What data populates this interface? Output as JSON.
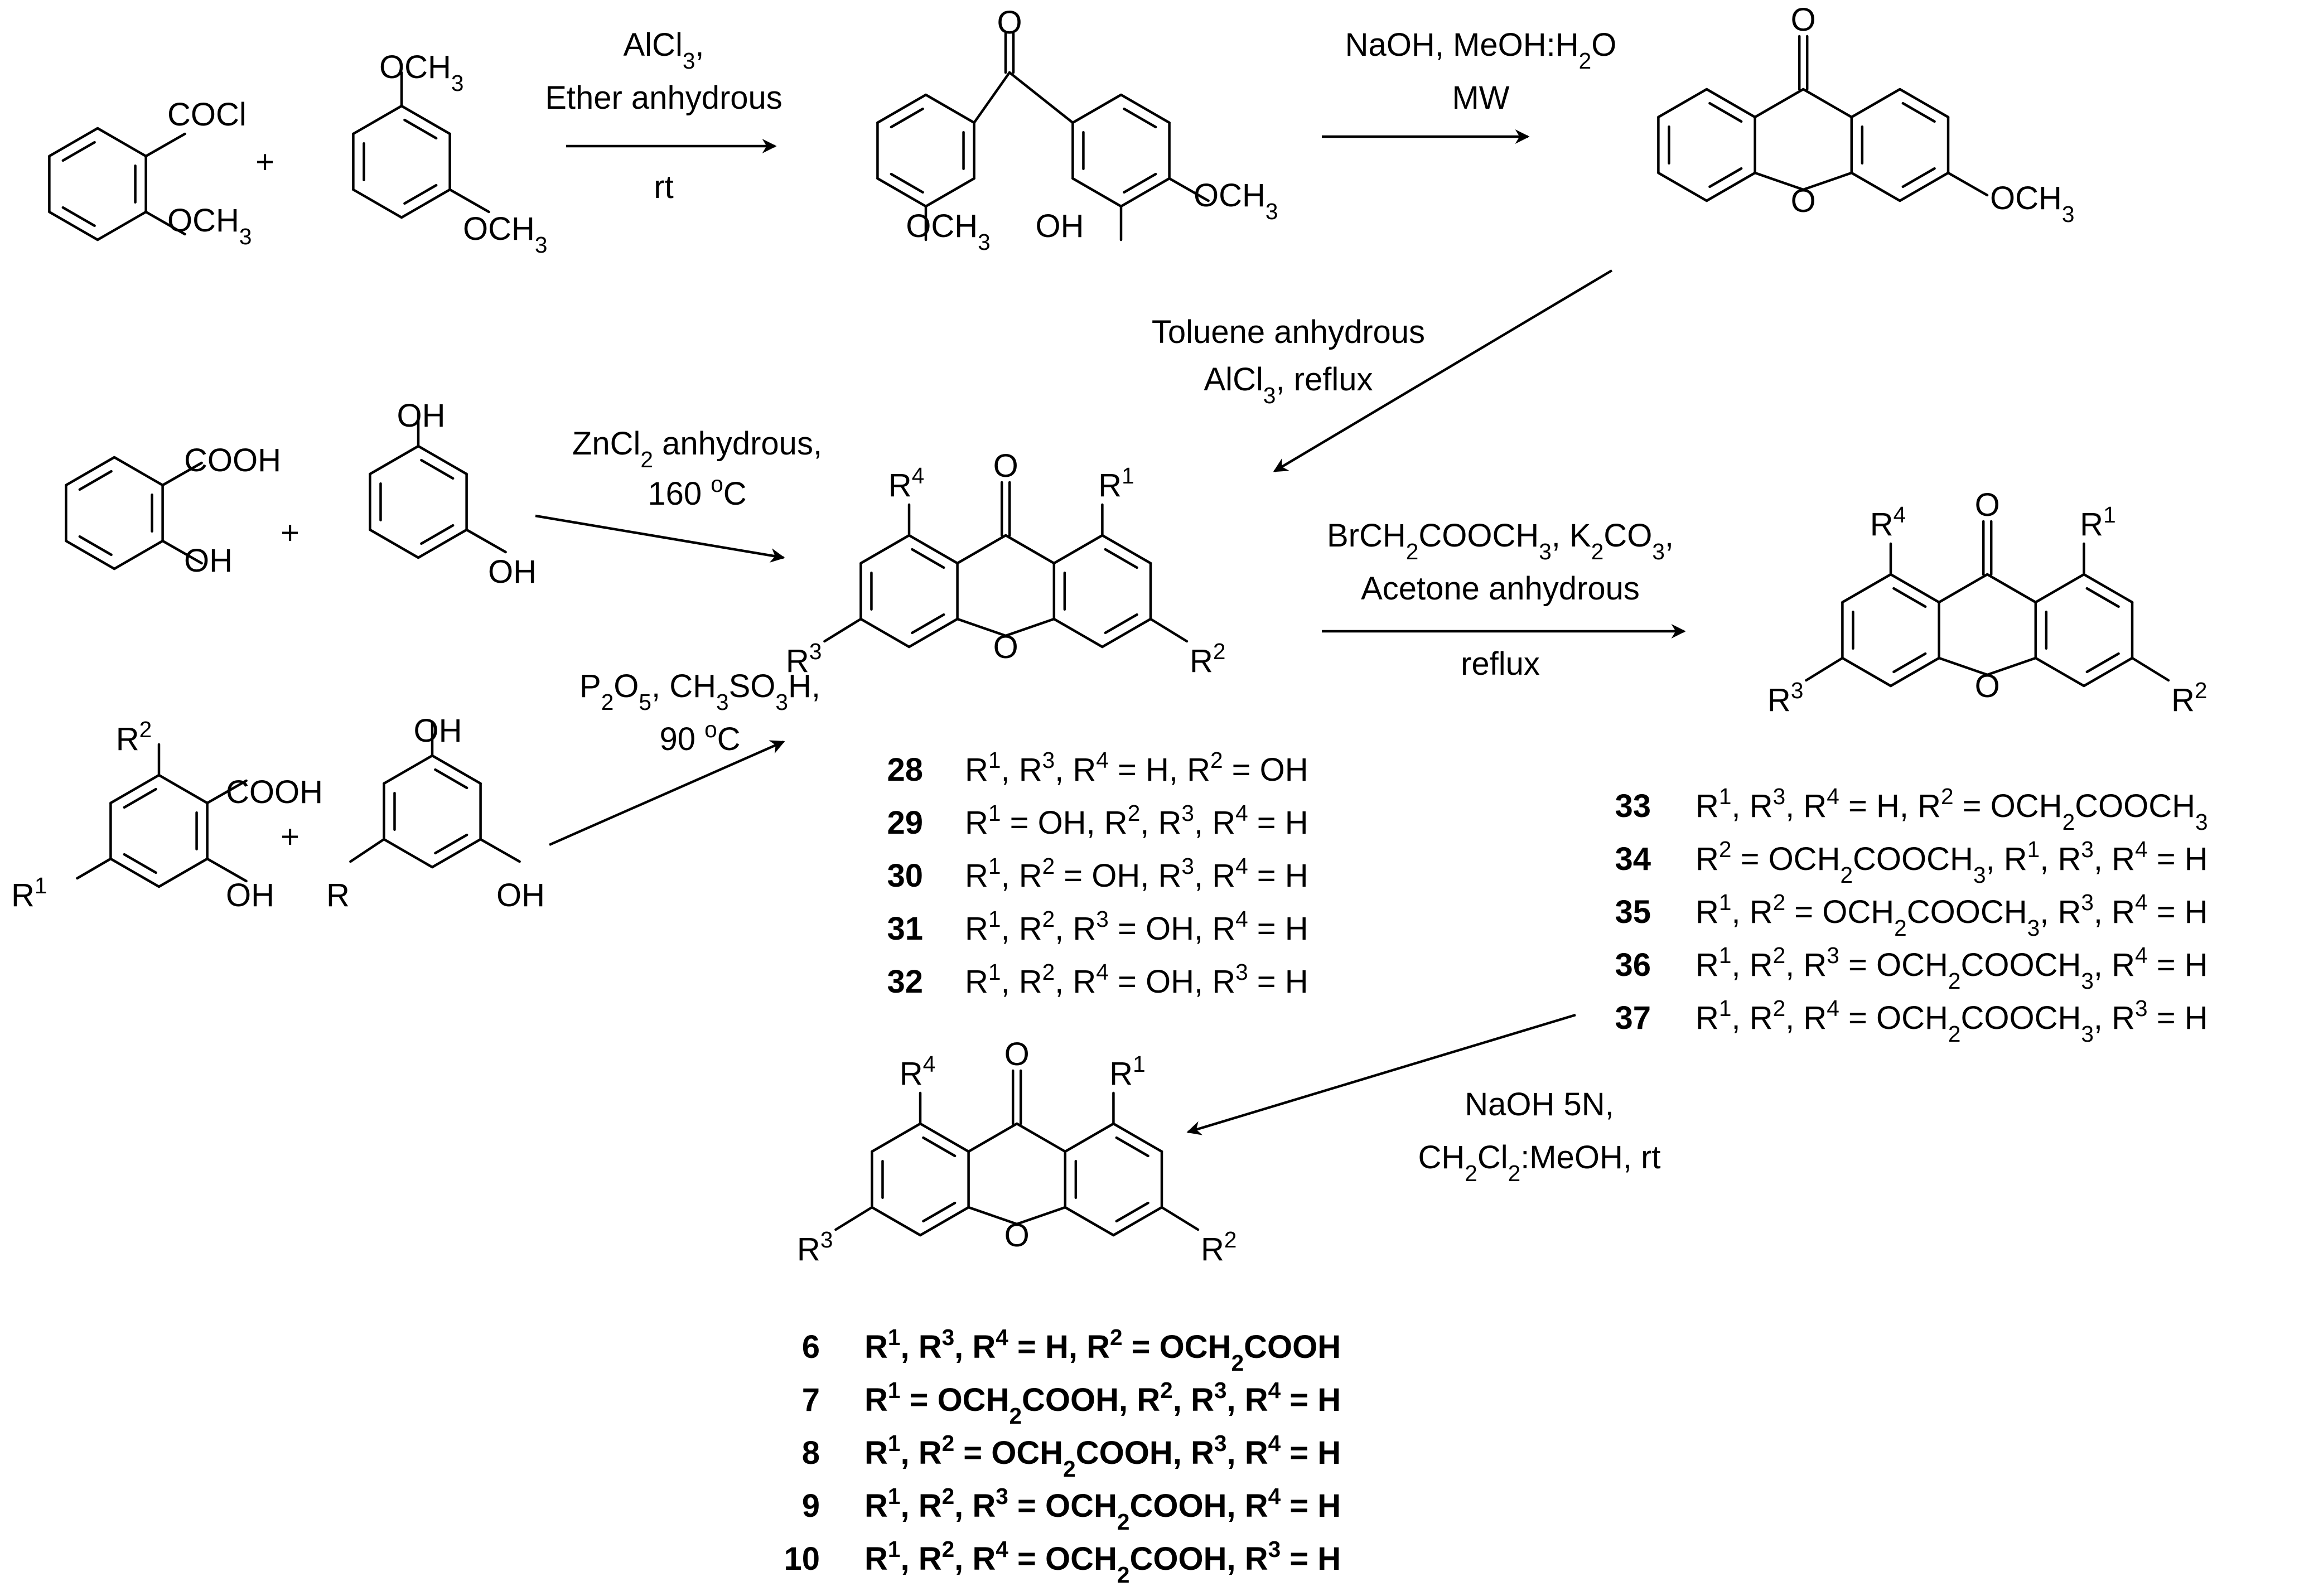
{
  "step1": {
    "reagent_a": {
      "sub1": "COCl",
      "sub2": "OCH3"
    },
    "plus": "+",
    "reagent_b": {
      "sub1": "OCH3",
      "sub2": "OCH3"
    },
    "conditions": [
      "AlCl3,",
      "Ether anhydrous",
      "rt"
    ],
    "product": {
      "sub1": "OCH3",
      "sub2": "OH",
      "sub3": "OCH3",
      "carbonyl": "O"
    }
  },
  "step2": {
    "conditions": [
      "NaOH, MeOH:H2O",
      "MW"
    ],
    "product": {
      "carbonyl": "O",
      "ring_o": "O",
      "sub": "OCH3"
    }
  },
  "step3": {
    "conditions": [
      "Toluene anhydrous",
      "AlCl3, reflux"
    ]
  },
  "route_b": {
    "reagent_a": {
      "sub1": "COOH",
      "sub2": "OH"
    },
    "plus": "+",
    "reagent_b": {
      "sub1": "OH",
      "sub2": "OH"
    },
    "conditions": [
      "ZnCl2 anhydrous,",
      "160 °C"
    ]
  },
  "route_c": {
    "reagent_a": {
      "r2": "R2",
      "sub1": "COOH",
      "r1": "R1",
      "sub2": "OH"
    },
    "plus": "+",
    "reagent_b": {
      "sub1": "OH",
      "r": "R",
      "sub2": "OH"
    },
    "conditions": [
      "P2O5, CH3SO3H,",
      "90 °C"
    ]
  },
  "core_labels": {
    "r1": "R1",
    "r2": "R2",
    "r3": "R3",
    "r4": "R4",
    "carbonyl": "O",
    "ring_o": "O"
  },
  "compounds_a": [
    {
      "id": "28",
      "desc": "R1, R3, R4 = H, R2 = OH"
    },
    {
      "id": "29",
      "desc": "R1 = OH,  R2, R3, R4 = H"
    },
    {
      "id": "30",
      "desc": "R1, R2 = OH, R3, R4 = H"
    },
    {
      "id": "31",
      "desc": "R1, R2, R3 = OH, R4 = H"
    },
    {
      "id": "32",
      "desc": "R1, R2, R4 = OH, R3 = H"
    }
  ],
  "step4": {
    "conditions": [
      "BrCH2COOCH3, K2CO3,",
      "Acetone anhydrous",
      "reflux"
    ]
  },
  "compounds_b": [
    {
      "id": "33",
      "desc": "R1, R3, R4 = H, R2 = OCH2COOCH3"
    },
    {
      "id": "34",
      "desc": "R2 = OCH2COOCH3,  R1, R3, R4 = H"
    },
    {
      "id": "35",
      "desc": "R1, R2 = OCH2COOCH3, R3, R4 = H"
    },
    {
      "id": "36",
      "desc": "R1, R2, R3 = OCH2COOCH3, R4 = H"
    },
    {
      "id": "37",
      "desc": "R1, R2, R4 = OCH2COOCH3, R3 = H"
    }
  ],
  "step5": {
    "conditions": [
      "NaOH 5N,",
      "CH2Cl2:MeOH, rt"
    ]
  },
  "compounds_c": [
    {
      "id": "6",
      "desc": "R1, R3, R4 = H, R2 = OCH2COOH"
    },
    {
      "id": "7",
      "desc": "R1 = OCH2COOH, R2, R3, R4 = H"
    },
    {
      "id": "8",
      "desc": "R1, R2 = OCH2COOH, R3, R4 = H"
    },
    {
      "id": "9",
      "desc": "R1, R2, R3 = OCH2COOH, R4 = H"
    },
    {
      "id": "10",
      "desc": "R1, R2, R4 = OCH2COOH, R3 = H"
    }
  ]
}
